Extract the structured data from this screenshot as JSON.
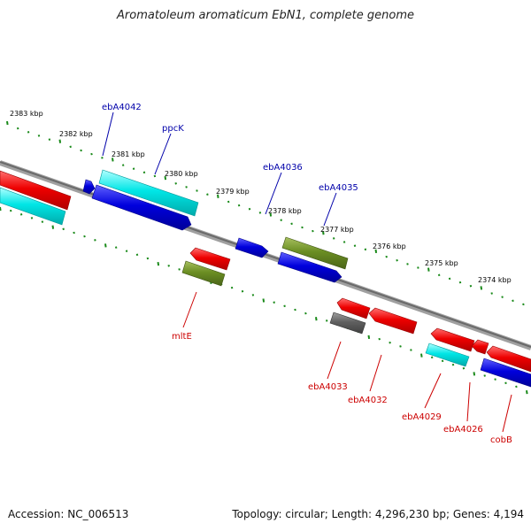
{
  "title": "Aromatoleum aromaticum EbN1, complete genome",
  "footer": {
    "accession": "Accession: NC_006513",
    "summary": "Topology: circular; Length: 4,296,230 bp; Genes: 4,194"
  },
  "scale_labels": [
    "2383 kbp",
    "2382 kbp",
    "2381 kbp",
    "2380 kbp",
    "2379 kbp",
    "2378 kbp",
    "2377 kbp",
    "2376 kbp",
    "2375 kbp",
    "2374 kbp"
  ],
  "gene_labels_top": [
    "ebA4042",
    "ppcK",
    "ebA4036",
    "ebA4035"
  ],
  "gene_labels_bottom": [
    "mltE",
    "ebA4033",
    "ebA4032",
    "ebA4029",
    "ebA4026",
    "cobB"
  ],
  "colors": {
    "backbone": "#808080",
    "red": "#ee0000",
    "cyan": "#00e6e6",
    "blue": "#0000dd",
    "olive": "#6b8e23",
    "gray": "#606060",
    "tick": "#1a8a1a",
    "label_top": "#0000aa",
    "label_bottom": "#cc0000"
  }
}
